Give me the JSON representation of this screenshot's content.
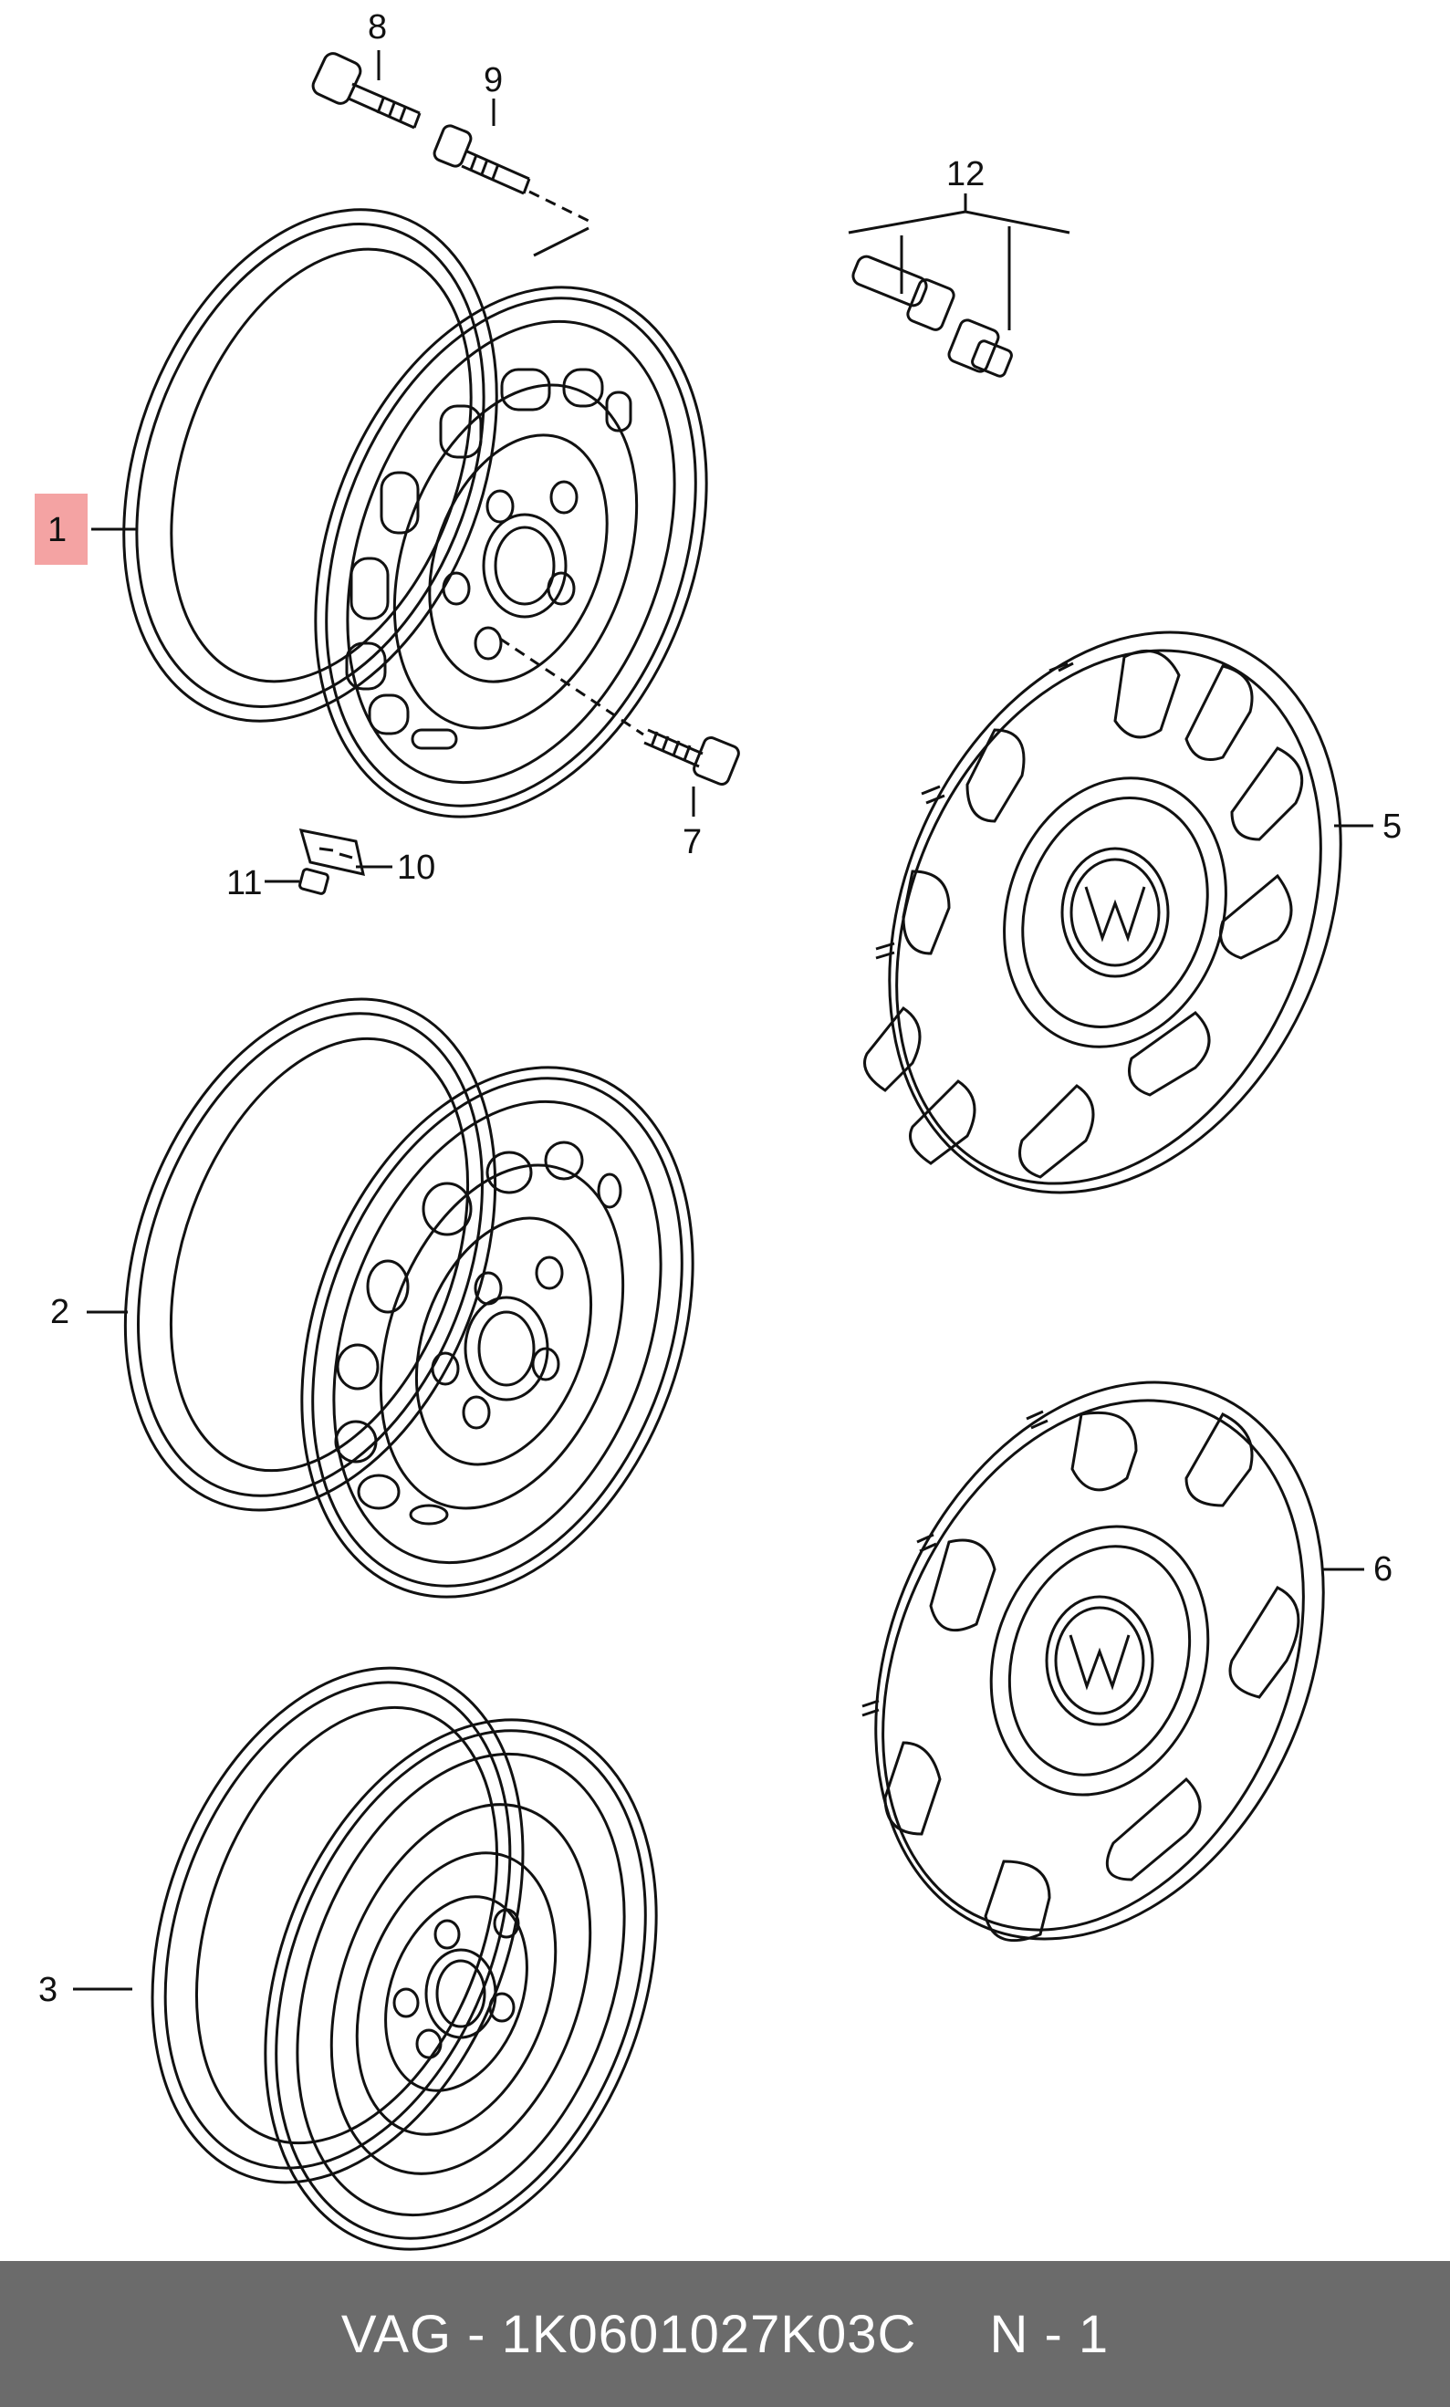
{
  "callouts": {
    "c1": "1",
    "c2": "2",
    "c3": "3",
    "c5": "5",
    "c6": "6",
    "c7": "7",
    "c8": "8",
    "c9": "9",
    "c10": "10",
    "c11": "11",
    "c12": "12"
  },
  "colors": {
    "highlight": "#f4a3a3",
    "footer_bg": "#6b6b6b",
    "line": "#111111"
  },
  "footer": {
    "part_label": "VAG - 1K0601027K03C",
    "page_label": "N - 1"
  }
}
